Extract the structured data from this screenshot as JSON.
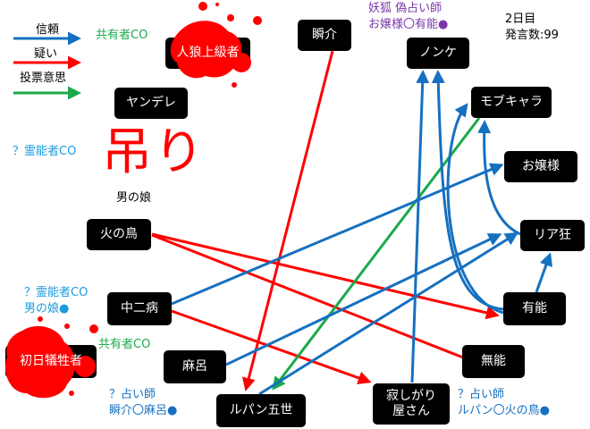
{
  "legend": {
    "trust": "信頼",
    "doubt": "疑い",
    "vote": "投票意思"
  },
  "colors": {
    "trust": "#1670c0",
    "doubt": "#ff0000",
    "vote": "#1aaa4a"
  },
  "status": {
    "day": "2日目",
    "posts": "発言数:99"
  },
  "nodes": {
    "jinro": "人狼上級者",
    "shunsuke": "瞬介",
    "nonke": "ノンケ",
    "yandere": "ヤンデレ",
    "mobu": "モブキャラ",
    "ojousama": "お嬢様",
    "hinotori": "火の鳥",
    "riakyou": "リア狂",
    "chuunibyou": "中二病",
    "yuunou": "有能",
    "shonichi": "初日犠牲者",
    "maro": "麻呂",
    "munou": "無能",
    "lupin": "ルパン五世",
    "sabishigari": "寂しがり屋さん"
  },
  "labels": {
    "co_top": "共有者CO",
    "medium_top": "？霊能者CO",
    "otokonoko": "男の娘",
    "hanged": "吊り",
    "fox_1": "妖狐 偽占い師",
    "fox_2": "お嬢様〇有能●",
    "medium_1": "？霊能者CO",
    "medium_2": "男の娘●",
    "co_mid": "共有者CO",
    "seer_a1": "？占い師",
    "seer_a2": "瞬介〇麻呂●",
    "seer_b1": "？占い師",
    "seer_b2": "ルパン〇火の鳥●"
  }
}
